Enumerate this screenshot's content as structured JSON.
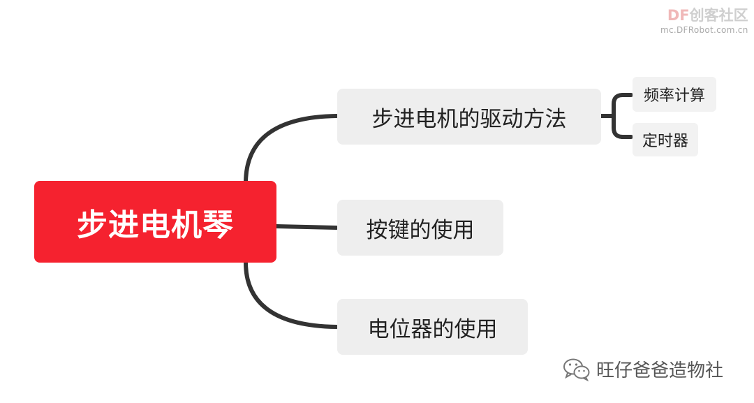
{
  "watermark": {
    "brand_prefix": "DF",
    "brand_rest": "创客社区",
    "url": "mc.DFRobot.com.cn"
  },
  "mindmap": {
    "root": "步进电机琴",
    "branches": [
      {
        "label": "步进电机的驱动方法",
        "children": [
          "频率计算",
          "定时器"
        ]
      },
      {
        "label": "按键的使用"
      },
      {
        "label": "电位器的使用"
      }
    ]
  },
  "footer": {
    "account_name": "旺仔爸爸造物社",
    "icon": "wechat-icon"
  },
  "colors": {
    "root_bg": "#f5222f",
    "node_bg": "#eeeeee",
    "connector": "#333333"
  }
}
